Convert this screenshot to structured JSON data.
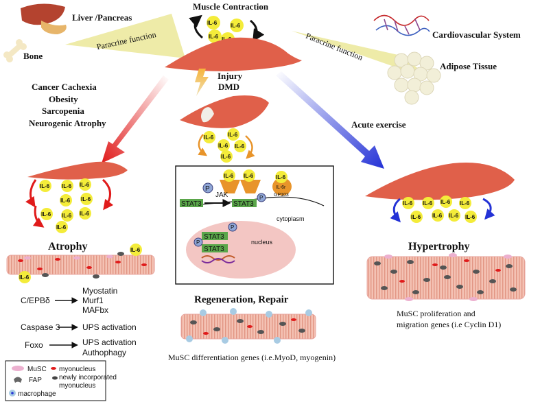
{
  "organs": {
    "liver_pancreas": "Liver /Pancreas",
    "bone": "Bone",
    "cardiovascular": "Cardiovascular System",
    "adipose": "Adipose Tissue"
  },
  "center": {
    "muscle_contraction": "Muscle Contraction",
    "paracrine_left": "Paracrine function",
    "paracrine_right": "Paracrine function",
    "injury": "Injury",
    "dmd": "DMD"
  },
  "conditions": [
    "Cancer Cachexia",
    "Obesity",
    "Sarcopenia",
    "Neurogenic Atrophy"
  ],
  "acute_exercise": "Acute exercise",
  "il6": "IL-6",
  "atrophy": {
    "title": "Atrophy",
    "pathways": [
      {
        "from": "C/EPBδ",
        "to": [
          "Myostatin",
          "Murf1",
          "MAFbx"
        ]
      },
      {
        "from": "Caspase 3",
        "to": [
          "UPS activation"
        ]
      },
      {
        "from": "Foxo",
        "to": [
          "UPS activation",
          "Authophagy"
        ]
      }
    ]
  },
  "signaling": {
    "jak": "JAK",
    "p": "P",
    "stat3": "STAT3",
    "il6r": "IL-6r",
    "gp130": "GP103",
    "cytoplasm": "cytoplasm",
    "nucleus": "nucleus"
  },
  "regeneration": {
    "title": "Regeneration, Repair",
    "caption": "MuSC differentiation genes (i.e.MyoD, myogenin)"
  },
  "hypertrophy": {
    "title": "Hypertrophy",
    "caption_line1": "MuSC proliferation and",
    "caption_line2": "migration genes (i.e Cyclin D1)"
  },
  "legend": {
    "musc": "MuSC",
    "myonucleus": "myonucleus",
    "fap": "FAP",
    "new_myonucleus_line1": "newly incorporated",
    "new_myonucleus_line2": "myonucleus",
    "macrophage": "macrophage"
  },
  "colors": {
    "muscle": "#e0604a",
    "il6_ball": "#f4ec3a",
    "jak": "#e8942a",
    "stat3": "#5aa64a",
    "nucleus": "#f3c6c3",
    "arrow_red": "#e01b1b",
    "arrow_blue": "#2432d6",
    "beam": "#eeeba8"
  }
}
